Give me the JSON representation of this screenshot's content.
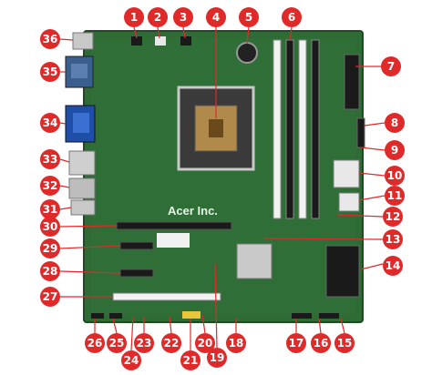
{
  "board": {
    "brand_label": "Acer Inc.",
    "pcb_color": "#2f6b35",
    "pcb_dark": "#244f28",
    "callout_color": "#e02a2a"
  },
  "callouts": [
    {
      "id": "1"
    },
    {
      "id": "2"
    },
    {
      "id": "3"
    },
    {
      "id": "4"
    },
    {
      "id": "5"
    },
    {
      "id": "6"
    },
    {
      "id": "7"
    },
    {
      "id": "8"
    },
    {
      "id": "9"
    },
    {
      "id": "10"
    },
    {
      "id": "11"
    },
    {
      "id": "12"
    },
    {
      "id": "13"
    },
    {
      "id": "14"
    },
    {
      "id": "15"
    },
    {
      "id": "16"
    },
    {
      "id": "17"
    },
    {
      "id": "18"
    },
    {
      "id": "19"
    },
    {
      "id": "20"
    },
    {
      "id": "21"
    },
    {
      "id": "22"
    },
    {
      "id": "23"
    },
    {
      "id": "24"
    },
    {
      "id": "25"
    },
    {
      "id": "26"
    },
    {
      "id": "27"
    },
    {
      "id": "28"
    },
    {
      "id": "29"
    },
    {
      "id": "30"
    },
    {
      "id": "31"
    },
    {
      "id": "32"
    },
    {
      "id": "33"
    },
    {
      "id": "34"
    },
    {
      "id": "35"
    },
    {
      "id": "36"
    }
  ]
}
